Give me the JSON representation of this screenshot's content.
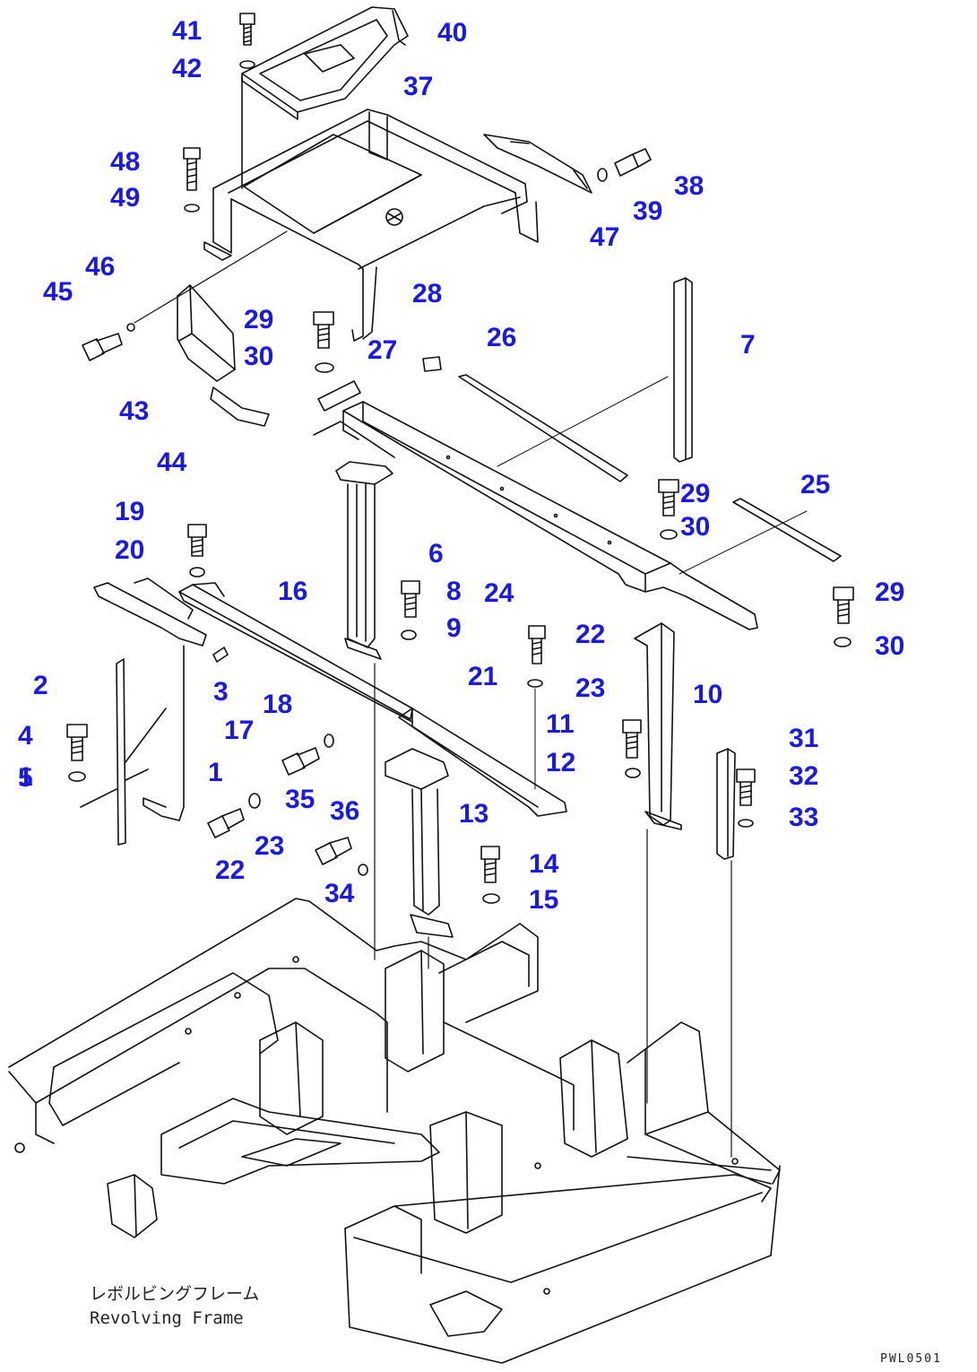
{
  "part_numbers": [
    "1",
    "2",
    "3",
    "4",
    "5",
    "6",
    "7",
    "8",
    "9",
    "10",
    "11",
    "12",
    "13",
    "14",
    "15",
    "16",
    "17",
    "18",
    "19",
    "20",
    "21",
    "22",
    "22",
    "23",
    "23",
    "24",
    "25",
    "26",
    "27",
    "28",
    "29",
    "29",
    "29",
    "30",
    "30",
    "30",
    "31",
    "32",
    "33",
    "34",
    "35",
    "36",
    "37",
    "38",
    "39",
    "40",
    "41",
    "42",
    "43",
    "44",
    "45",
    "46",
    "47",
    "48",
    "49"
  ],
  "caption": {
    "jp": "レボルビングフレーム",
    "en": "Revolving Frame"
  },
  "drawing_code": "PWL0501",
  "colors": {
    "label": "#1a1ae6",
    "line": "#111111",
    "background": "#ffffff"
  }
}
